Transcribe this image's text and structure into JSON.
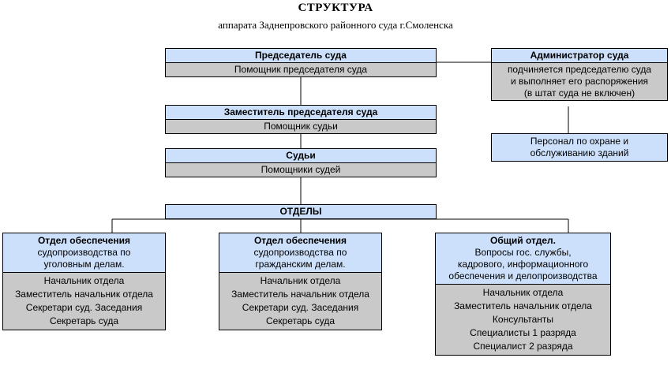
{
  "title": "СТРУКТУРА",
  "subtitle": "аппарата Заднепровского районного суда г.Смоленска",
  "chairman": {
    "title": "Председатель суда",
    "assistant": "Помощник председателя суда"
  },
  "deputy": {
    "title": "Заместитель председателя суда",
    "assistant": "Помощник судьи"
  },
  "judges": {
    "title": "Судьи",
    "assistant": "Помощники судей"
  },
  "departments": {
    "title": "ОТДЕЛЫ"
  },
  "administrator": {
    "title": "Администратор суда",
    "lines": [
      "подчиняется председателю суда",
      "и выполняет его распоряжения",
      "(в штат суда не включен)"
    ]
  },
  "security": {
    "lines": [
      "Персонал по охране и",
      "обслуживанию зданий"
    ]
  },
  "dept_criminal": {
    "title": "Отдел обеспечения",
    "desc": [
      "судопроизводства по",
      "уголовным делам."
    ],
    "staff": [
      "Начальник отдела",
      "Заместитель начальник отдела",
      "Секретари суд. Заседания",
      "Секретарь суда"
    ]
  },
  "dept_civil": {
    "title": "Отдел обеспечения",
    "desc": [
      "судопроизводства по",
      "гражданским делам."
    ],
    "staff": [
      "Начальник отдела",
      "Заместитель начальник отдела",
      "Секретари суд. Заседания",
      "Секретарь суда"
    ]
  },
  "dept_general": {
    "title": "Общий отдел.",
    "desc": [
      "Вопросы гос. службы,",
      "кадрового, информационного",
      "обеспечения и делопроизводства"
    ],
    "staff": [
      "Начальник отдела",
      "Заместитель начальник отдела",
      "Консультанты",
      "Специалисты 1 разряда",
      "Специалист 2 разряда"
    ]
  }
}
